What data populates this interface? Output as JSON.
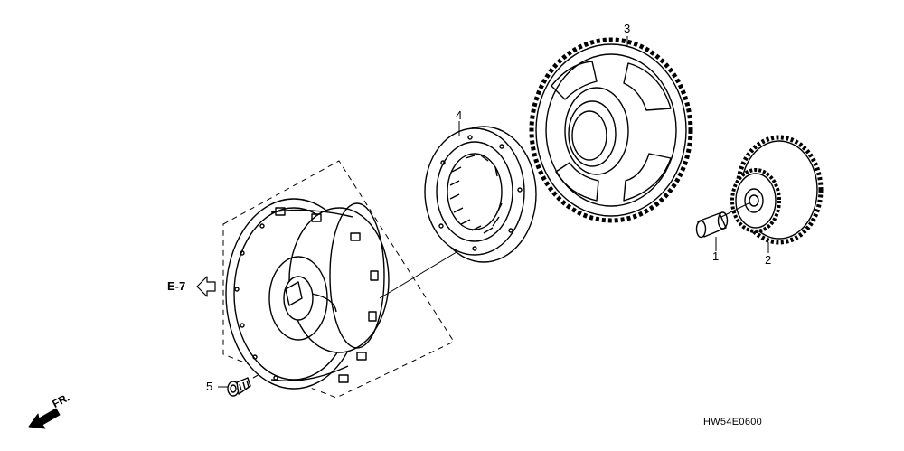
{
  "diagram": {
    "callouts": {
      "p1": "1",
      "p2": "2",
      "p3": "3",
      "p4": "4",
      "p5": "5"
    },
    "reference_label": "E-7",
    "direction_label": "FR.",
    "diagram_code": "HW54E0600"
  },
  "colors": {
    "line": "#000000",
    "background": "#ffffff"
  },
  "icons": [
    "left-arrow-outline-icon",
    "front-direction-arrow-icon"
  ]
}
